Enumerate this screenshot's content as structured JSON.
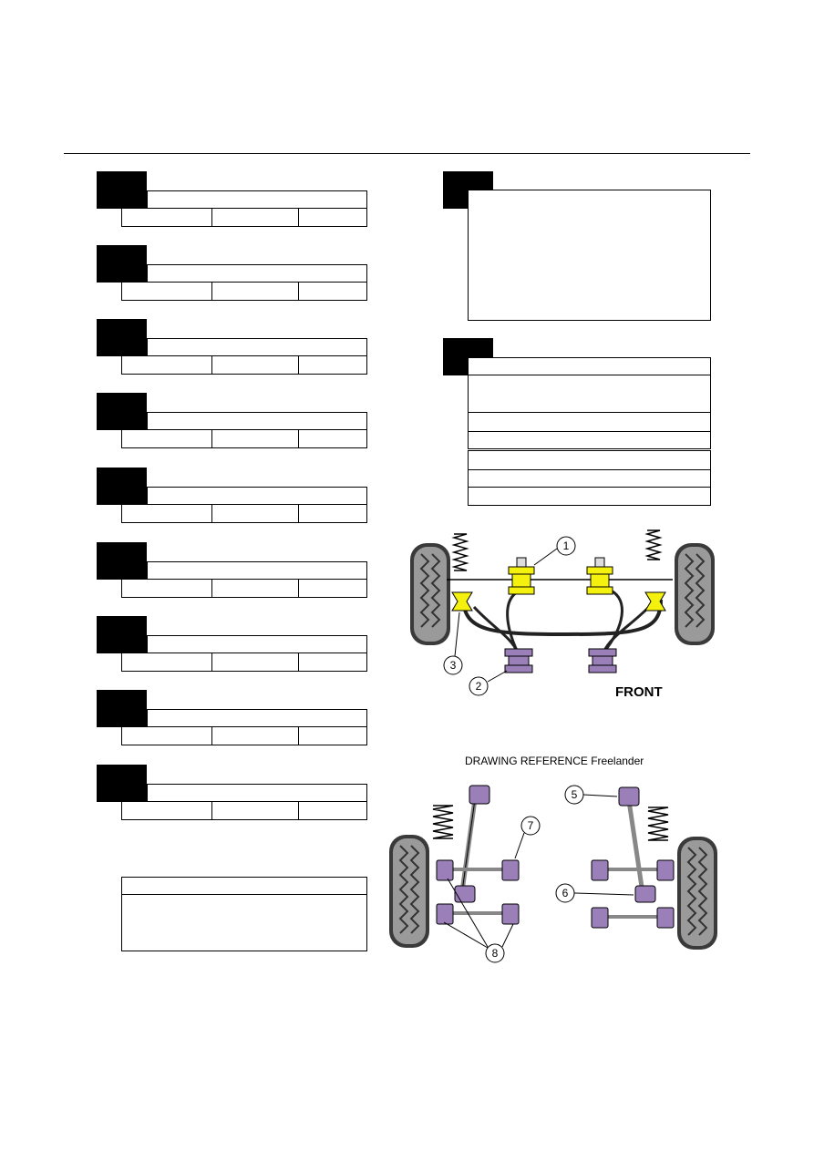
{
  "drawing": {
    "title": "DRAWING REFERENCE Freelander",
    "front_label": "FRONT",
    "callouts": [
      "1",
      "2",
      "3",
      "5",
      "6",
      "7",
      "8"
    ]
  },
  "colors": {
    "yellow_bush": "#f5f10f",
    "purple_bush": "#9a7fb8",
    "tyre": "#9a9a9a",
    "tyre_dark": "#3a3a3a",
    "line": "#000000"
  },
  "icons": [
    "coil-spring-icon",
    "tyre-icon",
    "bush-icon",
    "anti-roll-bar-icon"
  ]
}
